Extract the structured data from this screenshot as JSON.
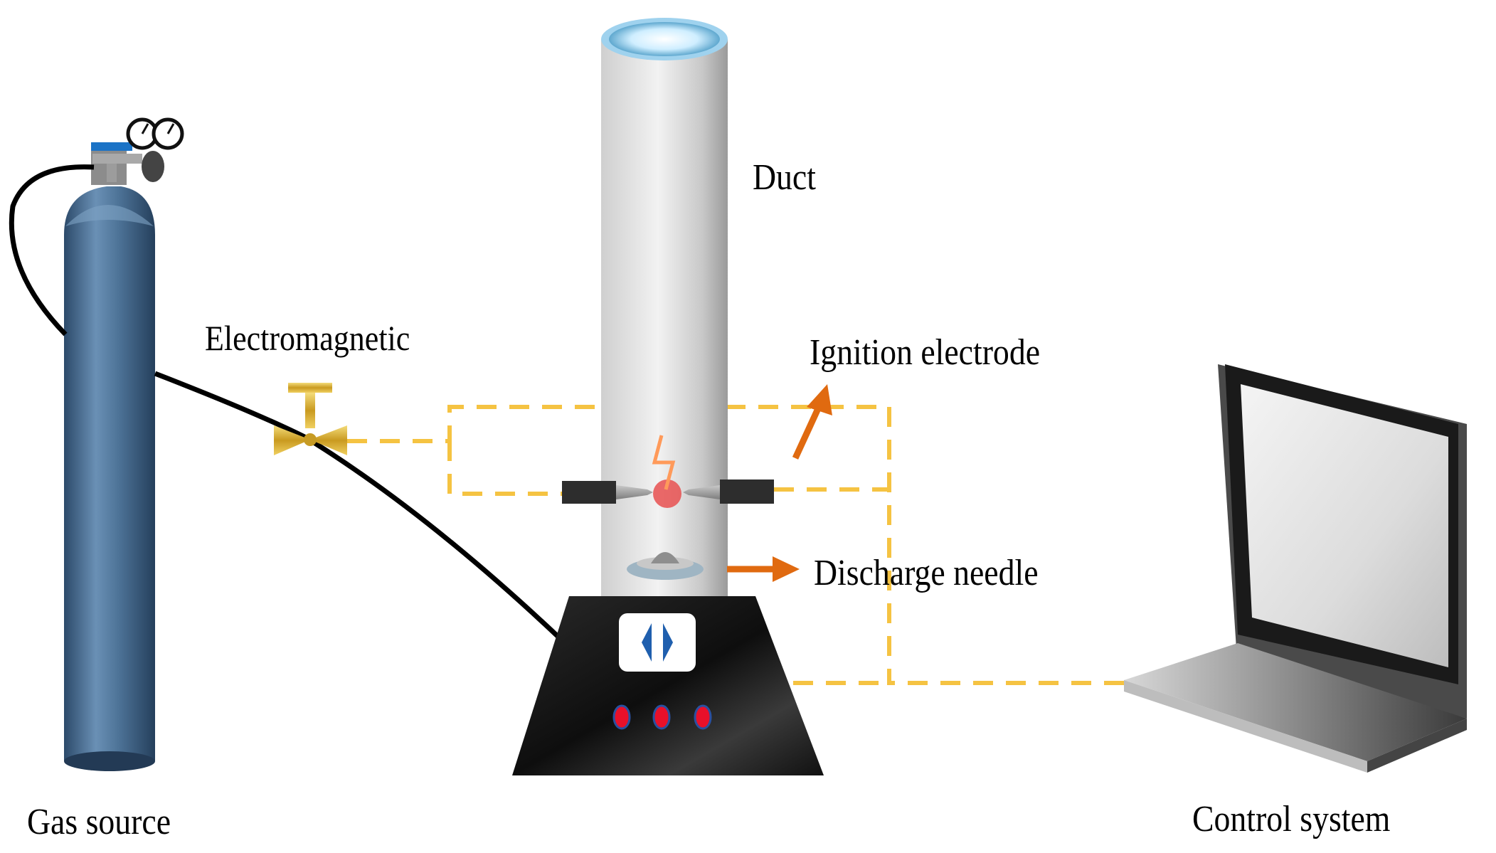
{
  "labels": {
    "duct": "Duct",
    "electromagnetic": "Electromagnetic",
    "ignition_electrode": "Ignition electrode",
    "discharge_needle": "Discharge needle",
    "gas_source": "Gas source",
    "control_system": "Control system"
  },
  "colors": {
    "cylinder_blue": "#4a6f93",
    "signal_line": "#f5c342",
    "arrow_orange": "#e06a10",
    "valve_gold": "#d9b43a",
    "base_black": "#151515",
    "indicator_red": "#e8102a",
    "controller_blue": "#1f5fae"
  },
  "icons": {
    "valve": "solenoid-valve-icon",
    "spark": "spark-icon",
    "laptop": "laptop-icon",
    "gauge": "pressure-gauge-icon"
  }
}
